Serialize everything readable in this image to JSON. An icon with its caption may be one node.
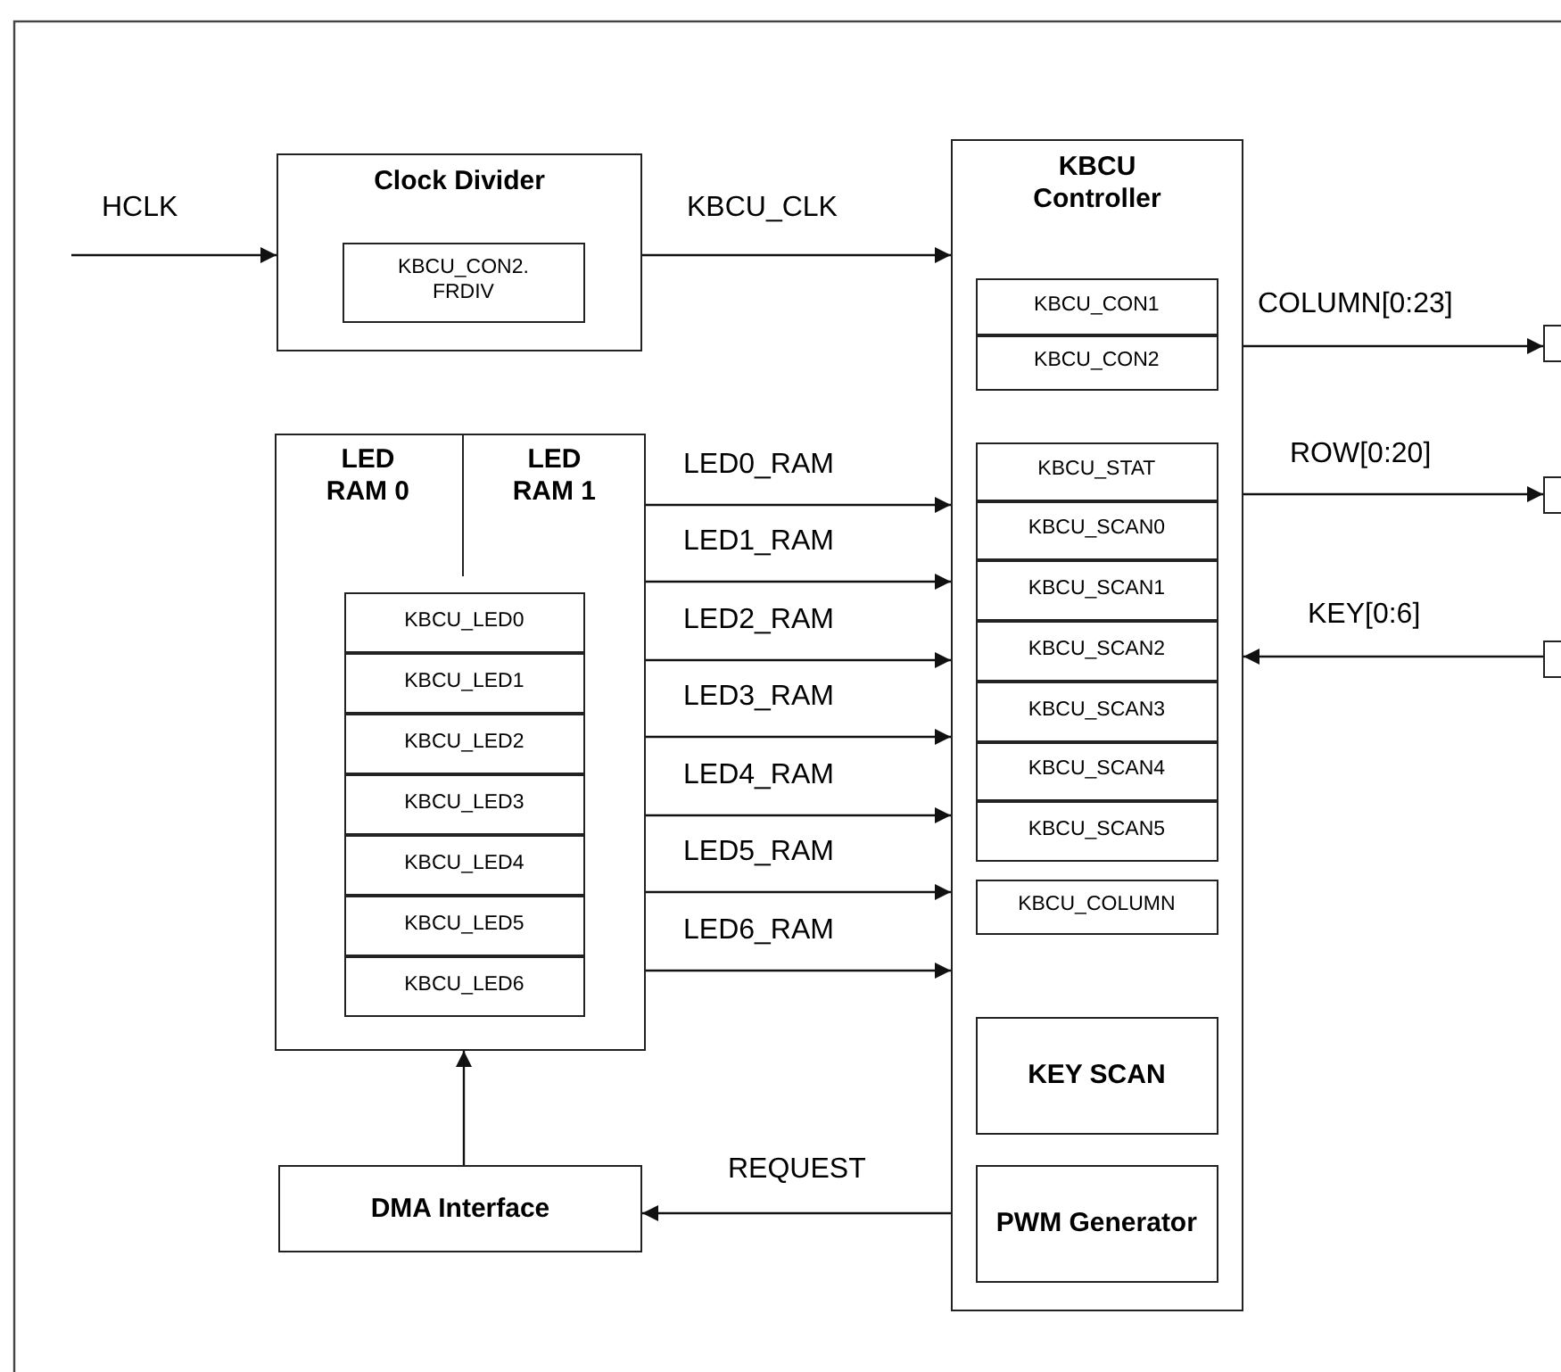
{
  "diagram": {
    "nodes": [
      {
        "text": [
          "Clock Divider"
        ]
      },
      {
        "text": [
          "KBCU_CON2. FRDIV"
        ],
        "in": 0
      },
      {
        "text": [
          "KBCU Controller"
        ]
      },
      {
        "text": [
          "KBCU_CON1"
        ],
        "in": 2
      },
      {
        "text": [
          "KBCU_CON2"
        ],
        "in": 2
      },
      {
        "text": [
          "KBCU_STAT"
        ],
        "in": 2
      },
      {
        "text": [
          "KBCU_SCAN0"
        ],
        "in": 2
      },
      {
        "text": [
          "KBCU_SCAN1"
        ],
        "in": 2
      },
      {
        "text": [
          "KBCU_SCAN2"
        ],
        "in": 2
      },
      {
        "text": [
          "KBCU_SCAN3"
        ],
        "in": 2
      },
      {
        "text": [
          "KBCU_SCAN4"
        ],
        "in": 2
      },
      {
        "text": [
          "KBCU_SCAN5"
        ],
        "in": 2
      },
      {
        "text": [
          "KBCU_COLUMN"
        ],
        "in": 2
      },
      {
        "text": [
          "KEY SCAN"
        ],
        "in": 2
      },
      {
        "text": [
          "PWM Generator"
        ],
        "in": 2
      },
      {
        "text": [],
        "shape": "box"
      },
      {
        "text": [
          "LED RAM 0"
        ],
        "in": 15
      },
      {
        "text": [
          "LED RAM 1"
        ],
        "in": 15
      },
      {
        "text": [
          "KBCU_LED0"
        ],
        "in": 15
      },
      {
        "text": [
          "KBCU_LED1"
        ],
        "in": 15
      },
      {
        "text": [
          "KBCU_LED2"
        ],
        "in": 15
      },
      {
        "text": [
          "KBCU_LED3"
        ],
        "in": 15
      },
      {
        "text": [
          "KBCU_LED4"
        ],
        "in": 15
      },
      {
        "text": [
          "KBCU_LED5"
        ],
        "in": 15
      },
      {
        "text": [
          "KBCU_LED6"
        ],
        "in": 15
      },
      {
        "text": [
          "DMA Interface"
        ]
      },
      {
        "text": [],
        "shape": "box"
      },
      {
        "text": [],
        "shape": "box"
      },
      {
        "text": [],
        "shape": "box"
      }
    ],
    "edges": [
      {
        "from": null,
        "to": 0,
        "label": "HCLK",
        "arrow": "to"
      },
      {
        "from": 0,
        "to": 2,
        "label": "KBCU_CLK",
        "arrow": "to"
      },
      {
        "from": 2,
        "to": 26,
        "label": "COLUMN[0:23]",
        "arrow": "to"
      },
      {
        "from": 2,
        "to": 27,
        "label": "ROW[0:20]",
        "arrow": "to"
      },
      {
        "from": 28,
        "to": 2,
        "label": "KEY[0:6]",
        "arrow": "to"
      },
      {
        "from": 15,
        "to": 2,
        "label": "LED0_RAM",
        "arrow": "to"
      },
      {
        "from": 15,
        "to": 2,
        "label": "LED1_RAM",
        "arrow": "to"
      },
      {
        "from": 15,
        "to": 2,
        "label": "LED2_RAM",
        "arrow": "to"
      },
      {
        "from": 15,
        "to": 2,
        "label": "LED3_RAM",
        "arrow": "to"
      },
      {
        "from": 15,
        "to": 2,
        "label": "LED4_RAM",
        "arrow": "to"
      },
      {
        "from": 15,
        "to": 2,
        "label": "LED5_RAM",
        "arrow": "to"
      },
      {
        "from": 15,
        "to": 2,
        "label": "LED6_RAM",
        "arrow": "to"
      },
      {
        "from": 14,
        "to": 25,
        "label": "REQUEST",
        "arrow": "to"
      },
      {
        "from": 25,
        "to": 15,
        "arrow": "to"
      }
    ]
  }
}
